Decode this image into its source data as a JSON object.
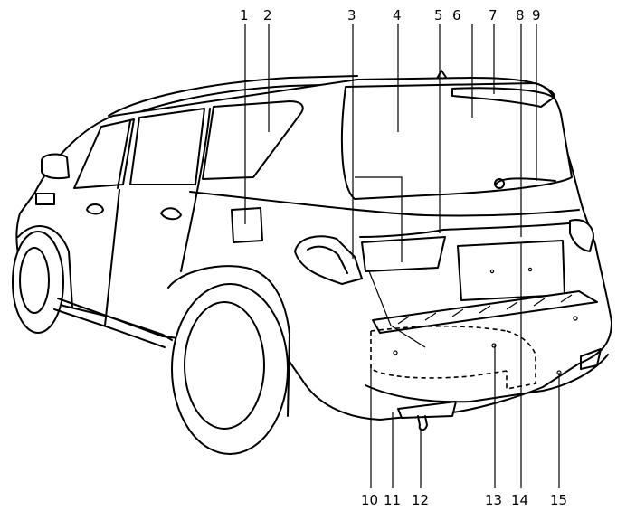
{
  "diagram": {
    "callouts": [
      {
        "id": 1,
        "label": "1"
      },
      {
        "id": 2,
        "label": "2"
      },
      {
        "id": 3,
        "label": "3"
      },
      {
        "id": 4,
        "label": "4"
      },
      {
        "id": 5,
        "label": "5"
      },
      {
        "id": 6,
        "label": "6"
      },
      {
        "id": 7,
        "label": "7"
      },
      {
        "id": 8,
        "label": "8"
      },
      {
        "id": 9,
        "label": "9"
      },
      {
        "id": 10,
        "label": "10"
      },
      {
        "id": 11,
        "label": "11"
      },
      {
        "id": 12,
        "label": "12"
      },
      {
        "id": 13,
        "label": "13"
      },
      {
        "id": 14,
        "label": "14"
      },
      {
        "id": 15,
        "label": "15"
      }
    ]
  }
}
